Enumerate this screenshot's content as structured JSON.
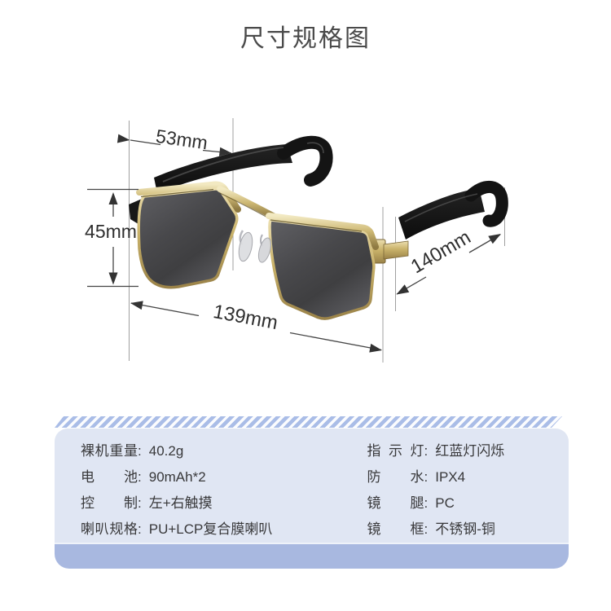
{
  "page": {
    "title": "尺寸规格图",
    "background_color": "#ffffff"
  },
  "diagram": {
    "name": "sunglasses-size-diagram",
    "dimension_labels": {
      "lens_width": "53mm",
      "lens_height": "45mm",
      "frame_width": "139mm",
      "temple_length": "140mm"
    },
    "colors": {
      "frame_gold": "#c9b26a",
      "lens": "#48484b",
      "temple": "#141414",
      "dimension_line": "#a0a0a0",
      "dimension_text": "#2f2f2f"
    }
  },
  "spec_panel": {
    "separator": ":",
    "colors": {
      "body": "#e0e6f3",
      "footer": "#a8b8e0",
      "stripe": "#aabde7",
      "text": "#38383a"
    },
    "columns": {
      "left": [
        {
          "label": "裸机重量",
          "value": "40.2g"
        },
        {
          "label": "电池",
          "value": "90mAh*2"
        },
        {
          "label": "控制",
          "value": "左+右触摸"
        },
        {
          "label": "喇叭规格",
          "value": "PU+LCP复合膜喇叭"
        }
      ],
      "right": [
        {
          "label": "指示灯",
          "value": "红蓝灯闪烁"
        },
        {
          "label": "防水",
          "value": "IPX4"
        },
        {
          "label": "镜腿",
          "value": "PC"
        },
        {
          "label": "镜框",
          "value": "不锈钢-铜"
        }
      ]
    }
  }
}
